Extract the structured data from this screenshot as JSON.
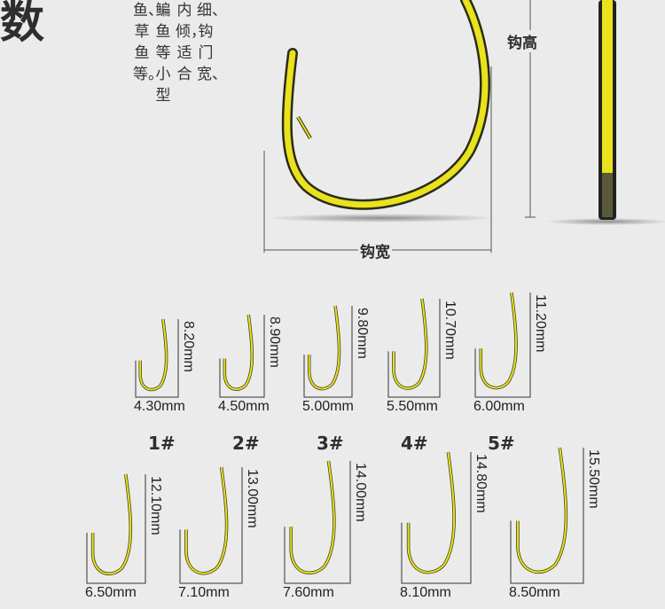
{
  "hero": {
    "title_char": "数",
    "description_columns": [
      "鱼、草鱼等。",
      "鳊鱼等小型",
      "内倾，适合",
      "细、钩门宽、"
    ]
  },
  "diagram": {
    "width_label": "钩宽",
    "height_label": "钩高",
    "hook_color": "#e9e21d"
  },
  "specs": [
    {
      "size": "1#",
      "width": "4.30mm",
      "height": "8.20mm"
    },
    {
      "size": "2#",
      "width": "4.50mm",
      "height": "8.90mm"
    },
    {
      "size": "3#",
      "width": "5.00mm",
      "height": "9.80mm"
    },
    {
      "size": "4#",
      "width": "5.50mm",
      "height": "10.70mm"
    },
    {
      "size": "5#",
      "width": "6.00mm",
      "height": "11.20mm"
    },
    {
      "size": "",
      "width": "6.50mm",
      "height": "12.10mm"
    },
    {
      "size": "",
      "width": "7.10mm",
      "height": "13.00mm"
    },
    {
      "size": "",
      "width": "7.60mm",
      "height": "14.00mm"
    },
    {
      "size": "",
      "width": "8.10mm",
      "height": "14.80mm"
    },
    {
      "size": "",
      "width": "8.50mm",
      "height": "15.50mm"
    }
  ]
}
